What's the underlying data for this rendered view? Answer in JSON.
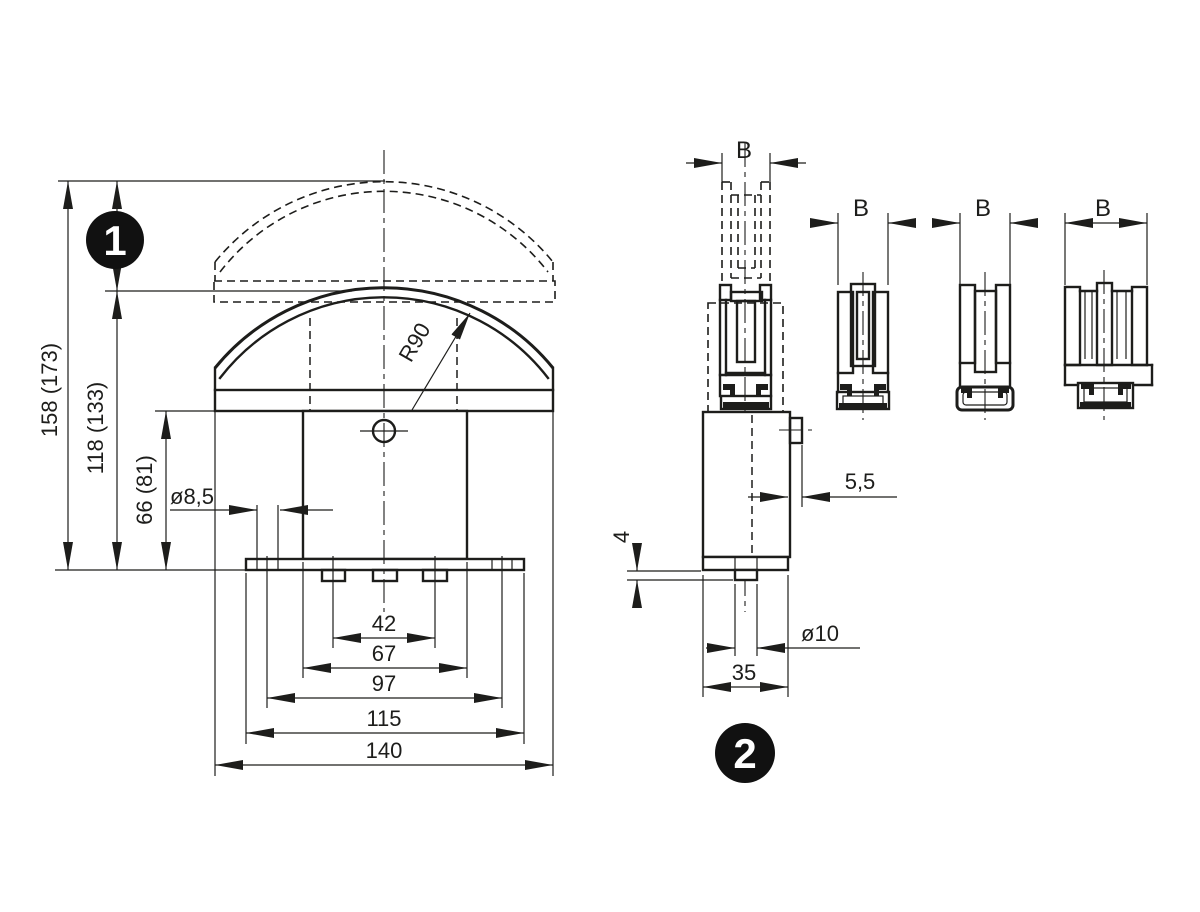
{
  "drawing": {
    "background": "#ffffff",
    "ink": "#1d1d1b",
    "badge_color": "#111111",
    "badges": {
      "position_1": "1",
      "position_2": "2"
    },
    "front_view": {
      "dimensions": {
        "overall_height": "158 (173)",
        "raised_height": "118 (133)",
        "body_height": "66 (81)",
        "hole_diameter": "ø8,5",
        "saddle_radius": "R90",
        "stud_spacing": "42",
        "body_width": "67",
        "hole_spacing": "97",
        "plate_width": "115",
        "saddle_width": "140"
      }
    },
    "side_view": {
      "dimensions": {
        "channel_width": "B",
        "tab_offset": "5,5",
        "stud_height": "4",
        "stud_diameter": "ø10",
        "depth": "35"
      }
    },
    "profile_variants": {
      "v1": {
        "width_label": "B"
      },
      "v2": {
        "width_label": "B"
      },
      "v3": {
        "width_label": "B"
      }
    }
  }
}
